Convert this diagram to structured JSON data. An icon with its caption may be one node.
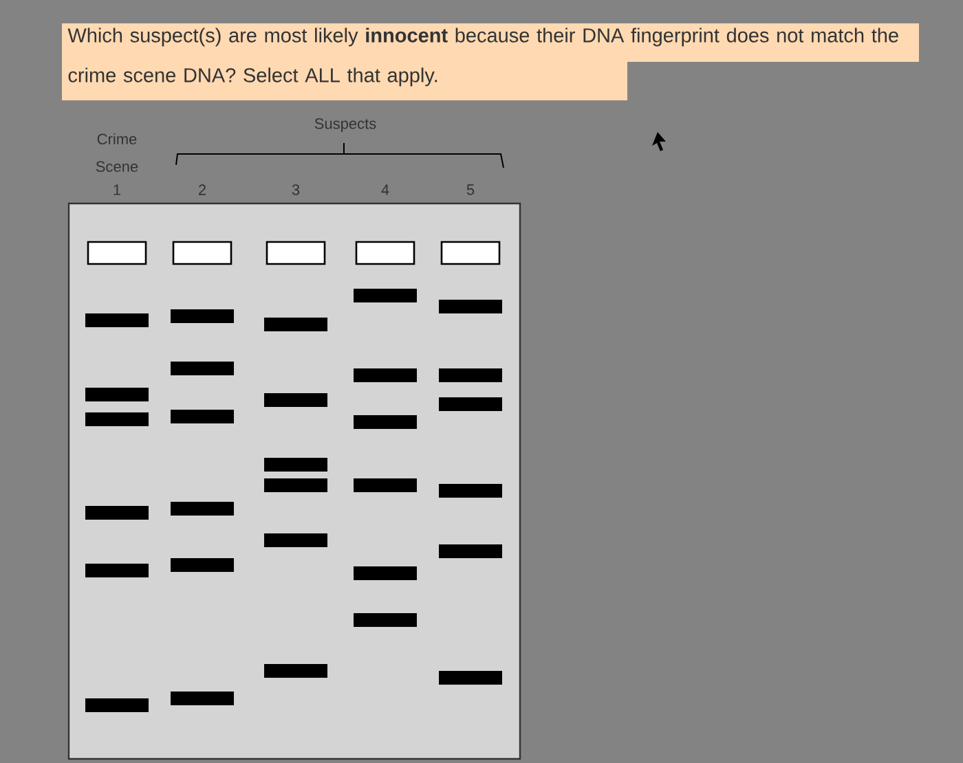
{
  "diagram": {
    "title": "Which suspect(s) are most likely **innocent** because their DNA fingerprint does not match the crime scene DNA?  Select ALL that apply.",
    "labels": [
      "Suspects",
      "Crime Scene",
      "1",
      "2",
      "3",
      "4",
      "5"
    ]
  }
}
